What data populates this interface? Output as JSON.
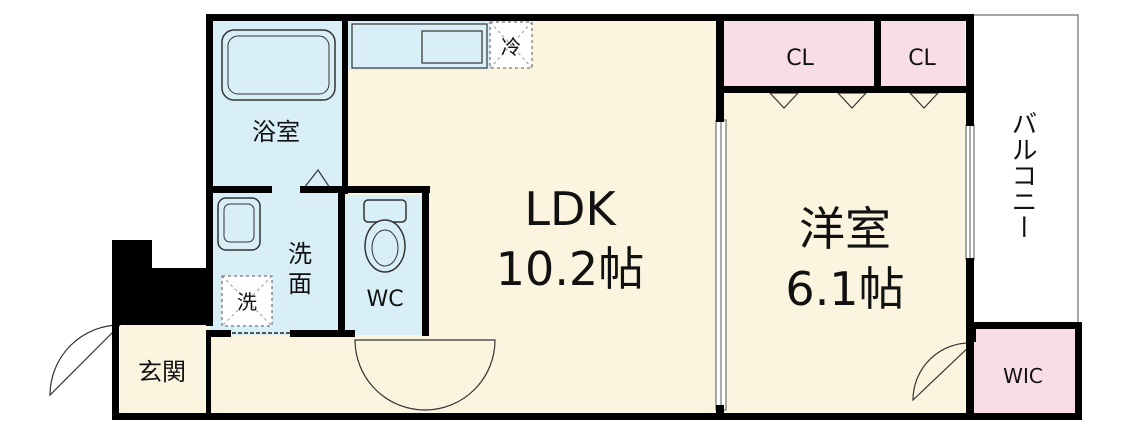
{
  "floor_plan": {
    "rooms": {
      "ldk": {
        "name": "LDK",
        "size": "10.2帖"
      },
      "western": {
        "name": "洋室",
        "size": "6.1帖"
      },
      "bath": {
        "name": "浴室"
      },
      "washroom": {
        "name_line1": "洗",
        "name_line2": "面"
      },
      "toilet": {
        "name": "WC"
      },
      "entrance": {
        "name": "玄関"
      },
      "closet1": {
        "name": "CL"
      },
      "closet2": {
        "name": "CL"
      },
      "walkin": {
        "name": "WIC"
      },
      "balcony": {
        "name": "バルコニー"
      }
    },
    "fixtures": {
      "fridge": "冷",
      "washer": "洗"
    }
  },
  "colors": {
    "floor_wood": "#fbf4de",
    "wet_area": "#d8eff7",
    "storage": "#f9dde6",
    "balcony": "#ffffff",
    "wall": "#000000"
  }
}
